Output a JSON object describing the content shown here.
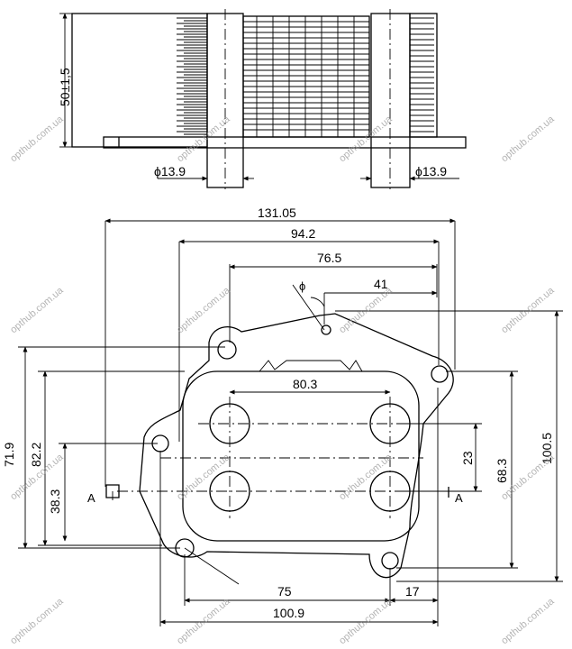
{
  "side_view": {
    "height_dim": "50±1,5",
    "left_pipe_dim": "ϕ13.9",
    "right_pipe_dim": "ϕ13.9"
  },
  "plan_view": {
    "dim_overall_width": "131.05",
    "dim_hole_span": "94.2",
    "dim_top_offset": "76.5",
    "dim_angle_symbol": "ϕ",
    "dim_right_offset": "41",
    "dim_port_spacing": "80.3",
    "dim_height_left": "71.9",
    "dim_height_mid": "82.2",
    "dim_low_offset": "38.3",
    "dim_port_vertical": "23",
    "dim_height_right_inner": "68.3",
    "dim_height_right_outer": "100.5",
    "dim_bottom_inner": "75",
    "dim_bottom_small": "17",
    "dim_bottom_overall": "100.9",
    "section_left": "A",
    "section_right": "A"
  },
  "watermark": "opthub.com.ua"
}
